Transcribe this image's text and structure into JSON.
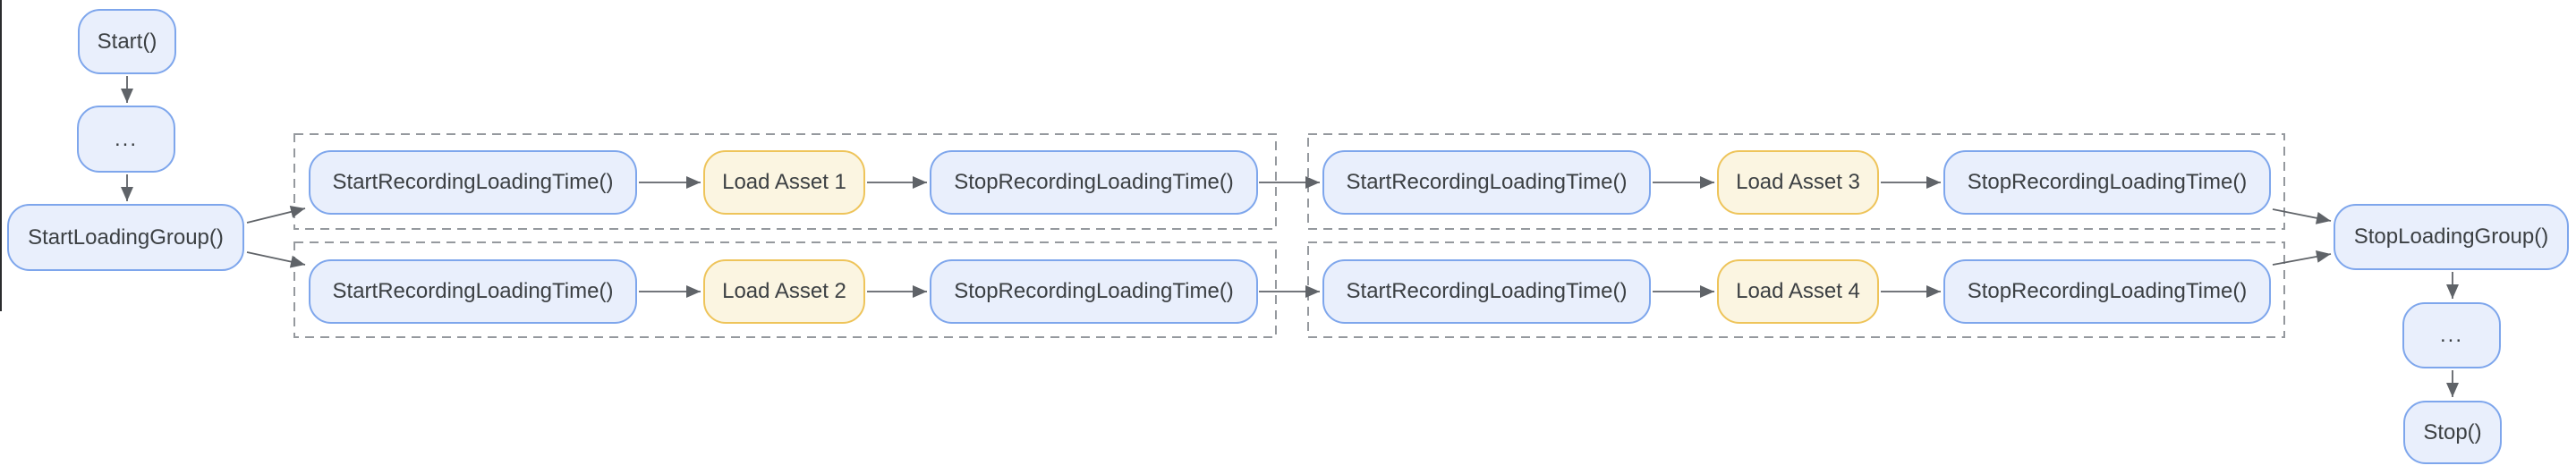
{
  "diagram": {
    "type": "flowchart",
    "background": "#ffffff",
    "colors": {
      "node_fill_blue": "#e9effc",
      "node_border_blue": "#7ea6ec",
      "node_fill_yellow": "#fbf5e1",
      "node_border_yellow": "#eec45a",
      "node_text": "#3c4043",
      "arrow": "#5f6368",
      "group_dashed_border": "#95999e"
    },
    "nodes": {
      "start": {
        "label": "Start()",
        "style": "blue"
      },
      "ellipsis_top": {
        "label": "...",
        "style": "blue"
      },
      "start_loading_group": {
        "label": "StartLoadingGroup()",
        "style": "blue"
      },
      "start_recording_1": {
        "label": "StartRecordingLoadingTime()",
        "style": "blue"
      },
      "load_asset_1": {
        "label": "Load Asset 1",
        "style": "yellow"
      },
      "stop_recording_1": {
        "label": "StopRecordingLoadingTime()",
        "style": "blue"
      },
      "start_recording_2": {
        "label": "StartRecordingLoadingTime()",
        "style": "blue"
      },
      "load_asset_2": {
        "label": "Load Asset 2",
        "style": "yellow"
      },
      "stop_recording_2": {
        "label": "StopRecordingLoadingTime()",
        "style": "blue"
      },
      "start_recording_3": {
        "label": "StartRecordingLoadingTime()",
        "style": "blue"
      },
      "load_asset_3": {
        "label": "Load Asset 3",
        "style": "yellow"
      },
      "stop_recording_3": {
        "label": "StopRecordingLoadingTime()",
        "style": "blue"
      },
      "start_recording_4": {
        "label": "StartRecordingLoadingTime()",
        "style": "blue"
      },
      "load_asset_4": {
        "label": "Load Asset 4",
        "style": "yellow"
      },
      "stop_recording_4": {
        "label": "StopRecordingLoadingTime()",
        "style": "blue"
      },
      "stop_loading_group": {
        "label": "StopLoadingGroup()",
        "style": "blue"
      },
      "ellipsis_bottom": {
        "label": "...",
        "style": "blue"
      },
      "stop": {
        "label": "Stop()",
        "style": "blue"
      }
    },
    "groups": [
      {
        "id": "dashed-group-row1-left",
        "members": [
          "start_recording_1",
          "load_asset_1",
          "stop_recording_1"
        ]
      },
      {
        "id": "dashed-group-row2-left",
        "members": [
          "start_recording_2",
          "load_asset_2",
          "stop_recording_2"
        ]
      },
      {
        "id": "dashed-group-row1-right",
        "members": [
          "start_recording_3",
          "load_asset_3",
          "stop_recording_3"
        ]
      },
      {
        "id": "dashed-group-row2-right",
        "members": [
          "start_recording_4",
          "load_asset_4",
          "stop_recording_4"
        ]
      }
    ],
    "edges": [
      {
        "from": "start",
        "to": "ellipsis_top"
      },
      {
        "from": "ellipsis_top",
        "to": "start_loading_group"
      },
      {
        "from": "start_loading_group",
        "to": "start_recording_1"
      },
      {
        "from": "start_loading_group",
        "to": "start_recording_2"
      },
      {
        "from": "start_recording_1",
        "to": "load_asset_1"
      },
      {
        "from": "load_asset_1",
        "to": "stop_recording_1"
      },
      {
        "from": "stop_recording_1",
        "to": "start_recording_3"
      },
      {
        "from": "start_recording_3",
        "to": "load_asset_3"
      },
      {
        "from": "load_asset_3",
        "to": "stop_recording_3"
      },
      {
        "from": "stop_recording_3",
        "to": "stop_loading_group"
      },
      {
        "from": "start_recording_2",
        "to": "load_asset_2"
      },
      {
        "from": "load_asset_2",
        "to": "stop_recording_2"
      },
      {
        "from": "stop_recording_2",
        "to": "start_recording_4"
      },
      {
        "from": "start_recording_4",
        "to": "load_asset_4"
      },
      {
        "from": "load_asset_4",
        "to": "stop_recording_4"
      },
      {
        "from": "stop_recording_4",
        "to": "stop_loading_group"
      },
      {
        "from": "stop_loading_group",
        "to": "ellipsis_bottom"
      },
      {
        "from": "ellipsis_bottom",
        "to": "stop"
      }
    ]
  }
}
